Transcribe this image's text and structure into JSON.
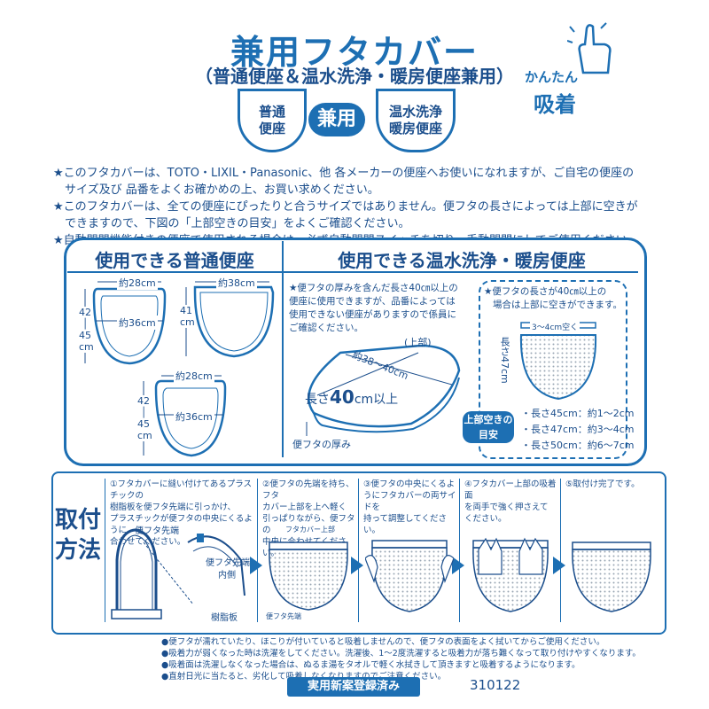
{
  "header": {
    "title": "兼用フタカバー",
    "subtitle": "（普通便座＆温水洗浄・暖房便座兼用）",
    "seat_normal": "普通\n便座",
    "kenyo_label": "兼用",
    "seat_washlet": "温水洗浄\n暖房便座",
    "badge_top": "かんたん",
    "badge_bottom": "吸着"
  },
  "notes": [
    "★このフタカバーは、TOTO・LIXIL・Panasonic、他 各メーカーの便座へお使いになれますが、ご自宅の便座の",
    "サイズ及び 品番をよくお確かめの上、お買い求めください。",
    "★このフタカバーは、全ての便座にぴったりと合うサイズではありません。便フタの長さによっては上部に空きが",
    "できますので、下図の「上部空きの目安」をよくご確認ください。",
    "★自動開閉機能付きの便座で使用される場合は、必ず自動開閉スイッチを切り、手動開閉にしてご使用ください。"
  ],
  "panel": {
    "left_header": "使用できる普通便座",
    "right_header": "使用できる温水洗浄・暖房便座",
    "seats": [
      {
        "width": "約28cm",
        "length_a": "42",
        "length_b": "45",
        "unit": "cm",
        "inner": "約36cm"
      },
      {
        "width": "約38cm",
        "length_a": "41",
        "length_b": "",
        "unit": "cm",
        "inner": ""
      },
      {
        "width": "約28cm",
        "length_a": "42",
        "length_b": "45",
        "unit": "cm",
        "inner": "約36cm"
      }
    ],
    "warning": [
      "★便フタの厚みを含んだ長さ40㎝以上の",
      "便座に使用できますが、品番によっては",
      "使用できない便座がありますので係員に",
      "ご確認ください。"
    ],
    "lid_top_label": "(上部)",
    "lid_width_label": "約38〜40cm",
    "lid_length_prefix": "長さ",
    "lid_length_value": "40",
    "lid_length_suffix": "cm以上",
    "lid_thickness_label": "便フタの厚み",
    "info_lines": [
      "★便フタの長さが40㎝以上の",
      "場合は上部に空きができます。"
    ],
    "gap_example": "3〜4cm空く",
    "length_label": "長さ47cm",
    "gap_badge": [
      "上部空きの",
      "目安"
    ],
    "gap_list": [
      "・長さ45cm：約1〜2cm",
      "・長さ47cm：約3〜4cm",
      "・長さ50cm：約6〜7cm"
    ]
  },
  "install": {
    "label": "取付方法",
    "steps": [
      [
        "①フタカバーに縫い付けてあるプラスチックの",
        "樹脂板を便フタ先端に引っかけ、",
        "プラスチックが便フタの中央にくるように",
        "合わせてください。"
      ],
      [
        "②便フタの先端を持ち、フタ",
        "カバー上部を上へ軽く",
        "引っぱりながら、便フタの",
        "中央に合わせてください。"
      ],
      [
        "③便フタの中央にくるよ",
        "うにフタカバーの両サイドを",
        "持って調整してください。"
      ],
      [
        "④フタカバー上部の吸着面",
        "を両手で強く押さえて",
        "ください。"
      ],
      [
        "⑤取付け完了です。"
      ]
    ],
    "step1_labels": [
      "便フタ先端",
      "便フタ先端",
      "内側",
      "樹脂板"
    ],
    "step2_labels": [
      "フタカバー上部",
      "便フタ先端"
    ]
  },
  "bottom_notes": [
    "●便フタが濡れていたり、ほこりが付いていると吸着しませんので、便フタの表面をよく拭いてからご使用ください。",
    "●吸着力が弱くなった時は洗濯をしてください。洗濯後、1〜2度洗濯すると吸着力が落ち難くなって取り付けやすくなります。",
    "●吸着面は洗濯しなくなった場合は、ぬるま湯をタオルで軽く水拭きして頂きますと吸着するようになります。",
    "●直射日光に当たると、劣化して吸着しなくなりますのでご注意ください。"
  ],
  "footer": {
    "registration": "実用新案登録済み",
    "code": "310122"
  },
  "colors": {
    "accent": "#1d6fb3",
    "text": "#1b4e8c",
    "dots": "#9aa6b4"
  }
}
